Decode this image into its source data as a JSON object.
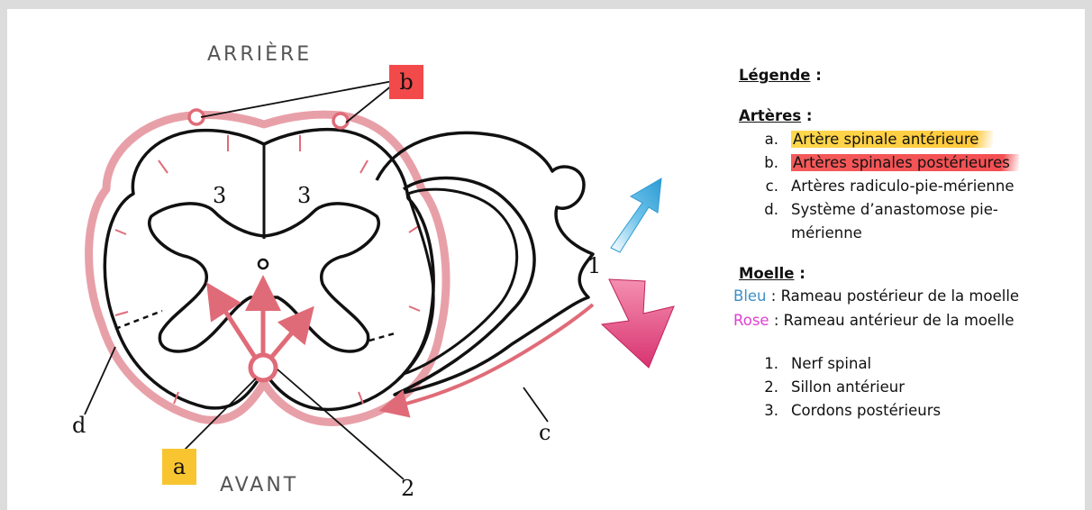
{
  "diagram": {
    "label_top": "ARRIÈRE",
    "label_bottom": "AVANT",
    "tag_a": "a",
    "tag_b": "b",
    "label_c": "c",
    "label_d": "d",
    "label_1": "1",
    "label_2": "2",
    "label_3_left": "3",
    "label_3_right": "3",
    "colors": {
      "artery": "#e06b78",
      "tag_yellow": "#f8c531",
      "tag_red": "#f24a4a",
      "blue_arrow": "#3aa7d8",
      "pink_arrow": "#e0407a"
    }
  },
  "legend": {
    "title": "Légende",
    "title_colon": " :",
    "arteries_heading": "Artères",
    "arteries_colon": " :",
    "arteries": [
      {
        "marker": "a.",
        "text": "Artère spinale antérieure"
      },
      {
        "marker": "b.",
        "text": "Artères spinales postérieures"
      },
      {
        "marker": "c.",
        "text": "Artères radiculo-pie-mérienne"
      },
      {
        "marker": "d.",
        "text": "Système d’anastomose pie-"
      },
      {
        "marker": "",
        "text": "mérienne"
      }
    ],
    "moelle_heading": "Moelle",
    "moelle_colon": " :",
    "blue_word": "Bleu",
    "blue_text": " : Rameau postérieur de la moelle",
    "pink_word": "Rose",
    "pink_text": " : Rameau antérieur de la moelle",
    "blue_color": "#3c8fc8",
    "pink_color": "#e040d0",
    "numbered": [
      {
        "marker": "1.",
        "text": "Nerf spinal"
      },
      {
        "marker": "2.",
        "text": "Sillon antérieur"
      },
      {
        "marker": "3.",
        "text": "Cordons postérieurs"
      }
    ]
  }
}
